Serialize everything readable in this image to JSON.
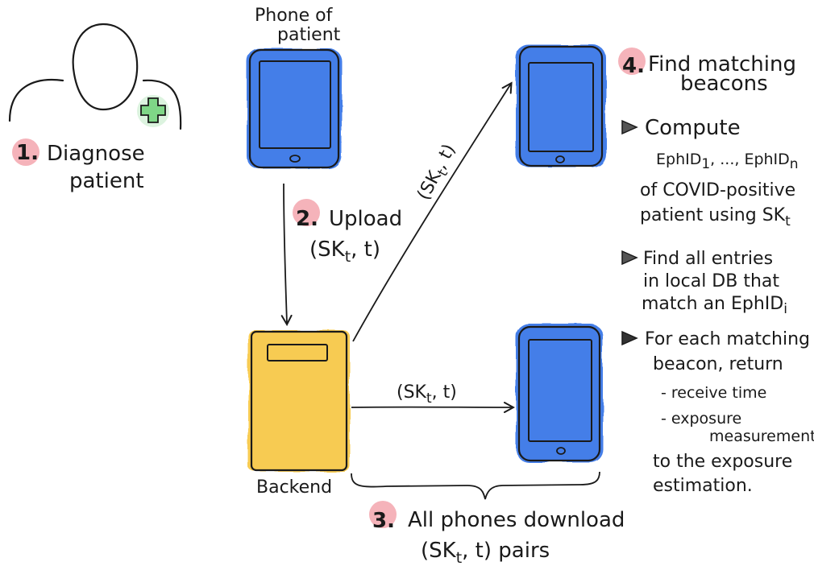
{
  "colors": {
    "ink": "#1a1a1a",
    "phone_blue": "#3b78e7",
    "backend_yellow": "#f7c948",
    "step_highlight": "#f19aa3",
    "cross_green": "#3fbf4f"
  },
  "icons": {
    "patient": "person-outline-icon",
    "medical_cross": "green-cross-icon",
    "bullet": "triangle-bullet-icon"
  },
  "patient": {
    "step_number": "1.",
    "label_line1": "Diagnose",
    "label_line2": "patient"
  },
  "phone_patient": {
    "label_line1": "Phone of",
    "label_line2": "patient"
  },
  "upload": {
    "step_number": "2.",
    "label": "Upload",
    "pair": "(SK",
    "pair_sub": "t",
    "pair_tail": ", t)"
  },
  "backend": {
    "label": "Backend"
  },
  "arrow_diag": {
    "pair": "(SK",
    "pair_sub": "t",
    "pair_tail": ", t)"
  },
  "arrow_horiz": {
    "pair": "(SK",
    "pair_sub": "t",
    "pair_tail": ", t)"
  },
  "download": {
    "step_number": "3.",
    "line1": "All phones download",
    "line2_pre": "(SK",
    "line2_sub": "t",
    "line2_tail": ", t)  pairs"
  },
  "find": {
    "step_number": "4.",
    "title_line1": "Find matching",
    "title_line2": "beacons"
  },
  "bullets": {
    "b1_line1": "Compute",
    "b1_line2_a": "EphID",
    "b1_line2_sub1": "1",
    "b1_line2_b": ", ..., EphID",
    "b1_line2_sub2": "n",
    "b1_line3": "of COVID-positive",
    "b1_line4_a": "patient using SK",
    "b1_line4_sub": "t",
    "b2_line1": "Find all entries",
    "b2_line2": "in local DB that",
    "b2_line3_a": "match an EphID",
    "b2_line3_sub": "i",
    "b3_line1": "For each matching",
    "b3_line2": "beacon, return",
    "b3_item1": "- receive time",
    "b3_item2": "- exposure",
    "b3_item2b": "measurement",
    "b3_line3": "to the exposure",
    "b3_line4": "estimation."
  }
}
